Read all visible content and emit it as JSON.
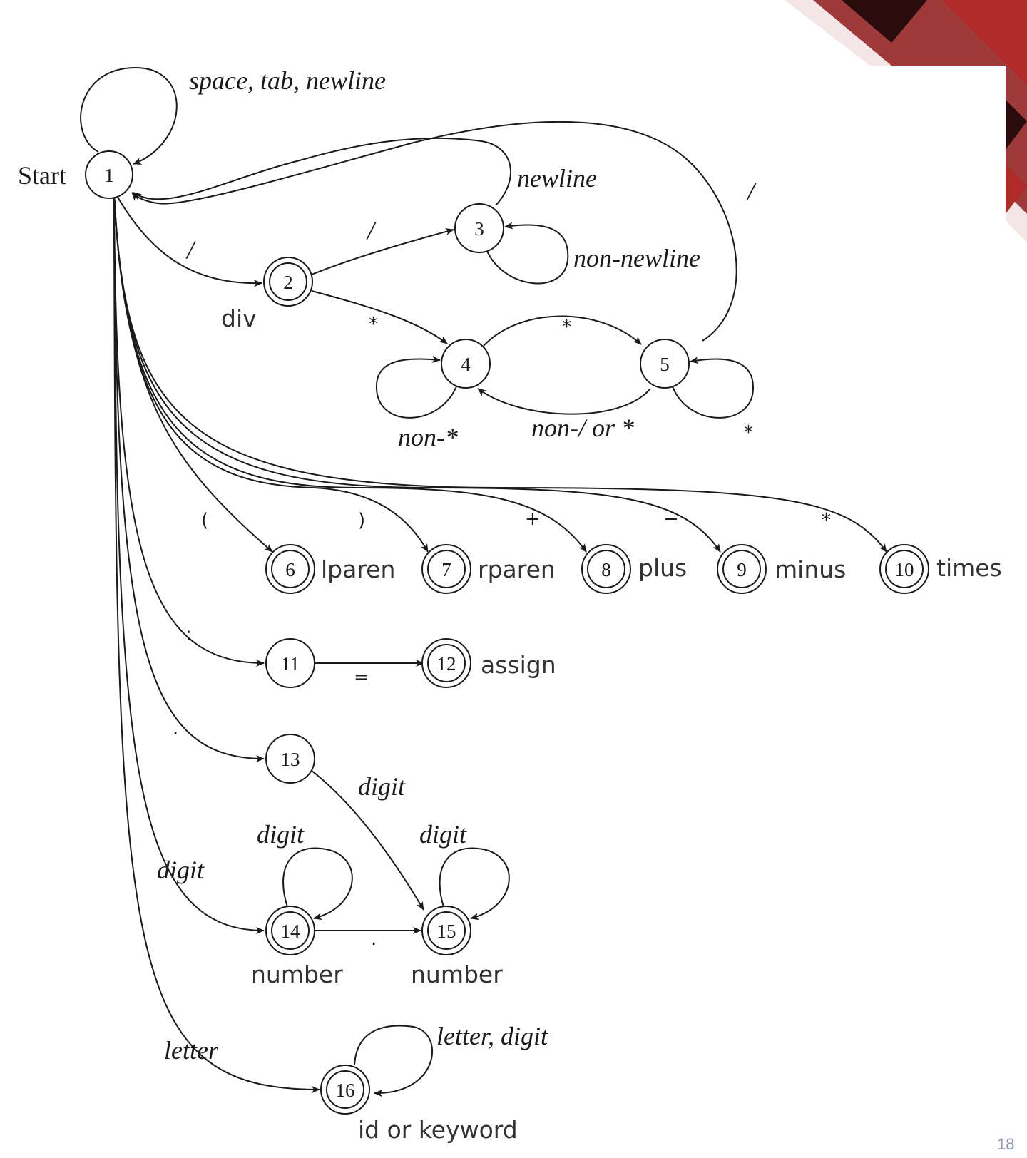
{
  "slide": {
    "page_number": "18"
  },
  "start_label": "Start",
  "states": [
    {
      "id": "1",
      "accepting": false
    },
    {
      "id": "2",
      "accepting": true,
      "token": "div"
    },
    {
      "id": "3",
      "accepting": false
    },
    {
      "id": "4",
      "accepting": false
    },
    {
      "id": "5",
      "accepting": false
    },
    {
      "id": "6",
      "accepting": true,
      "token": "lparen"
    },
    {
      "id": "7",
      "accepting": true,
      "token": "rparen"
    },
    {
      "id": "8",
      "accepting": true,
      "token": "plus"
    },
    {
      "id": "9",
      "accepting": true,
      "token": "minus"
    },
    {
      "id": "10",
      "accepting": true,
      "token": "times"
    },
    {
      "id": "11",
      "accepting": false
    },
    {
      "id": "12",
      "accepting": true,
      "token": "assign"
    },
    {
      "id": "13",
      "accepting": false
    },
    {
      "id": "14",
      "accepting": true,
      "token": "number"
    },
    {
      "id": "15",
      "accepting": true,
      "token": "number"
    },
    {
      "id": "16",
      "accepting": true,
      "token": "id or keyword"
    }
  ],
  "transitions": [
    {
      "from": "1",
      "to": "1",
      "label": "space, tab, newline"
    },
    {
      "from": "1",
      "to": "2",
      "label": "/"
    },
    {
      "from": "2",
      "to": "3",
      "label": "/"
    },
    {
      "from": "3",
      "to": "3",
      "label": "non-newline"
    },
    {
      "from": "3",
      "to": "1",
      "label": "newline"
    },
    {
      "from": "2",
      "to": "4",
      "label": "*"
    },
    {
      "from": "4",
      "to": "4",
      "label": "non-*"
    },
    {
      "from": "4",
      "to": "5",
      "label": "*"
    },
    {
      "from": "5",
      "to": "4",
      "label": "non-/ or *"
    },
    {
      "from": "5",
      "to": "5",
      "label": "*"
    },
    {
      "from": "5",
      "to": "1",
      "label": "/"
    },
    {
      "from": "1",
      "to": "6",
      "label": "("
    },
    {
      "from": "1",
      "to": "7",
      "label": ")"
    },
    {
      "from": "1",
      "to": "8",
      "label": "+"
    },
    {
      "from": "1",
      "to": "9",
      "label": "−"
    },
    {
      "from": "1",
      "to": "10",
      "label": "*"
    },
    {
      "from": "1",
      "to": "11",
      "label": ":"
    },
    {
      "from": "11",
      "to": "12",
      "label": "="
    },
    {
      "from": "1",
      "to": "13",
      "label": "."
    },
    {
      "from": "13",
      "to": "15",
      "label": "digit"
    },
    {
      "from": "1",
      "to": "14",
      "label": "digit"
    },
    {
      "from": "14",
      "to": "14",
      "label": "digit"
    },
    {
      "from": "14",
      "to": "15",
      "label": "."
    },
    {
      "from": "15",
      "to": "15",
      "label": "digit"
    },
    {
      "from": "1",
      "to": "16",
      "label": "letter"
    },
    {
      "from": "16",
      "to": "16",
      "label": "letter, digit"
    }
  ]
}
